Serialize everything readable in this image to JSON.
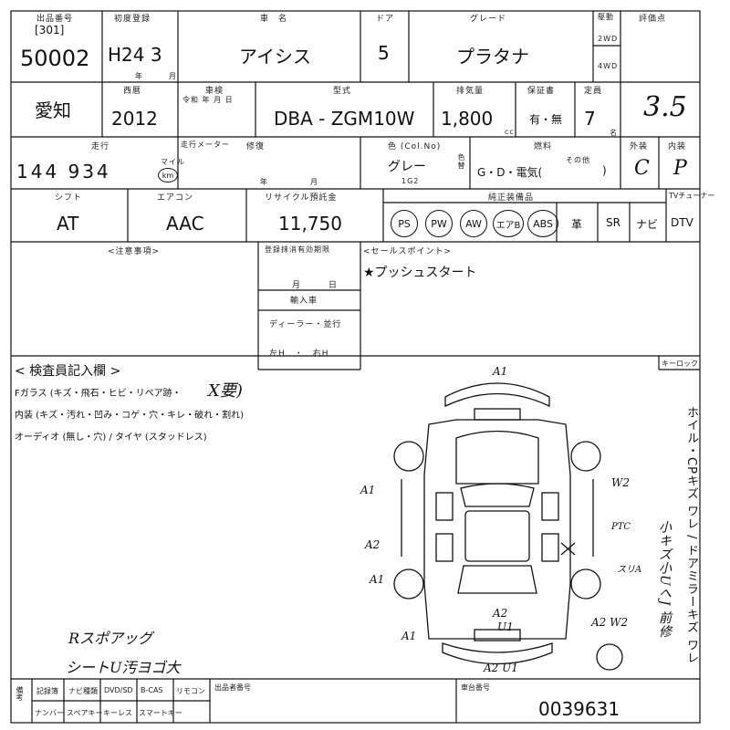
{
  "header": {
    "lot_label": "出品番号",
    "lot_bracket": "[301]",
    "lot_number": "50002",
    "first_reg_label": "初度登録",
    "first_reg_value": "H24 3",
    "year_unit": "年",
    "month_unit": "月",
    "model_name_label": "車　名",
    "model_name": "アイシス",
    "doors_label": "ドア",
    "doors": "5",
    "grade_label": "グレード",
    "grade": "プラタナ",
    "drive_label": "駆動",
    "drive_2wd": "2WD",
    "drive_4wd": "4WD",
    "score_label": "評価点",
    "score": "3.5"
  },
  "row2": {
    "region": "愛知",
    "year_label": "西暦",
    "year": "2012",
    "inspection_label": "車検",
    "inspection_sub": "令和 年 月 日",
    "model_label": "型式",
    "model_code": "DBA - ZGM10W",
    "displacement_label": "排気量",
    "displacement": "1,800",
    "cc": "cc",
    "warranty_label": "保証書",
    "warranty": "有・無",
    "capacity_label": "定員",
    "capacity": "7",
    "capacity_unit": "名"
  },
  "row3": {
    "mileage_label": "走行",
    "mileage_unit_label": "走行メーター",
    "mileage": "144 934",
    "km": "km",
    "mile": "マイル",
    "repair_label": "修復",
    "year_unit": "年",
    "month_unit": "月",
    "color_label": "色 (Col.No)",
    "color": "グレー",
    "color_code": "1G2",
    "color_change_label": "色替",
    "fuel_label": "燃料",
    "fuel": "G・D・電気(",
    "fuel_other": "その他",
    "fuel_close": ")",
    "exterior_label": "外装",
    "exterior": "C",
    "interior_label": "内装",
    "interior": "P"
  },
  "row4": {
    "shift_label": "シフト",
    "shift": "AT",
    "ac_label": "エアコン",
    "ac": "AAC",
    "recycle_label": "リサイクル預託金",
    "recycle": "11,750",
    "equipment_label": "純正装備品",
    "equipment": [
      "PS",
      "PW",
      "AW",
      "エアB",
      "ABS",
      "革",
      "SR",
      "ナビ",
      "DTV"
    ],
    "tuner_label": "TVチューナー"
  },
  "notes": {
    "caution_label": "<注意事項>",
    "registration_label": "登録抹消有効期限",
    "month_day": "月　　　日",
    "import_label": "輸入車",
    "dealer": "ディーラー・並行",
    "handle": "左H　・　右H",
    "sales_label": "<セールスポイント>",
    "sales_point": "★プッシュスタート"
  },
  "inspector": {
    "title": "< 検査員記入欄 >",
    "line1": "Fガラス (キズ・飛石・ヒビ・リペア跡・",
    "line1_mark": "X要)",
    "line2": "内装 (キズ・汚れ・凹み・コゲ・穴・キレ・破れ・割れ)",
    "line3": "オーディオ (無し・穴) / タイヤ (スタッドレス)",
    "key_label": "キーロック",
    "vertical_note": "ホイル・CPキズ ワレ / ドアミラーキズ ワレ",
    "vertical_note2": "小キズ小UへJ 前修",
    "hand_airbag": "Rスポアッグ",
    "hand_seat": "シートU汚ヨゴ大",
    "car_marks": [
      "A1",
      "A1",
      "A2",
      "A1",
      "W2",
      "PTC",
      "X",
      "スリA",
      "A2",
      "U1",
      "A2 W2",
      "A1",
      "A2 U1"
    ]
  },
  "footer": {
    "cols": [
      "記録簿",
      "ナビ種類",
      "DVD/SD",
      "B-CAS",
      "リモコン"
    ],
    "cols2": [
      "ナンバー",
      "スペアキー",
      "キーレス",
      "スマートキー"
    ],
    "side_label": "備考",
    "tel_label": "出品者番号",
    "car_no_label": "車台番号",
    "car_no": "0039631"
  }
}
